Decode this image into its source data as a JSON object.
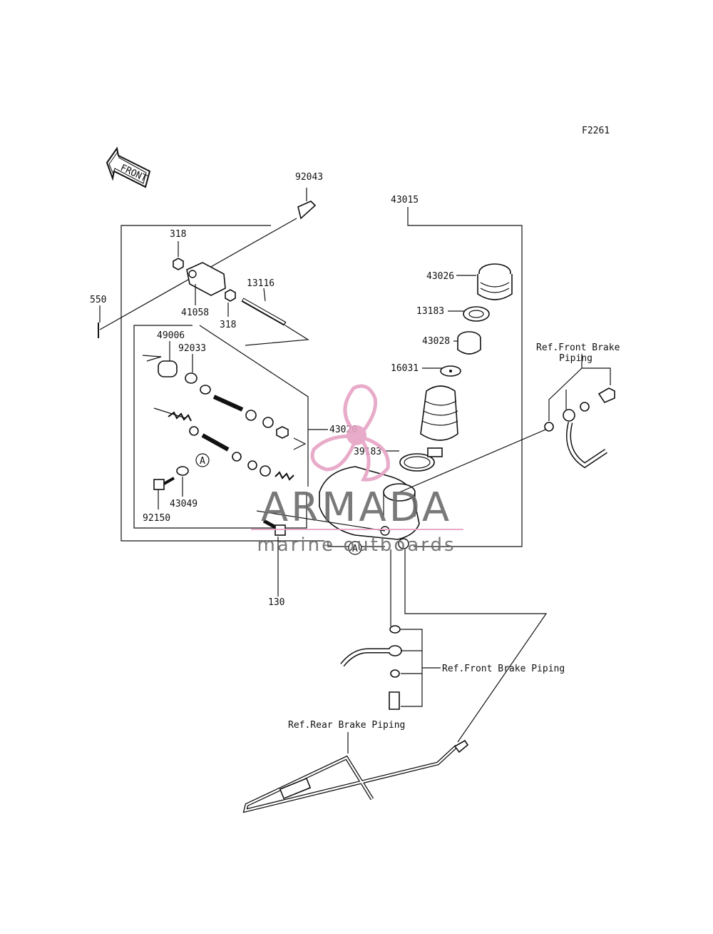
{
  "figure_code": "F2261",
  "front_label": "FRONT",
  "part_numbers": {
    "p92043": "92043",
    "p43015": "43015",
    "p318a": "318",
    "p318b": "318",
    "p550": "550",
    "p41058": "41058",
    "p13116": "13116",
    "p43026": "43026",
    "p13183": "13183",
    "p43028": "43028",
    "p16031": "16031",
    "p49006": "49006",
    "p92033": "92033",
    "p43020": "43020",
    "p39183": "39183",
    "p43049": "43049",
    "p92150": "92150",
    "p130": "130"
  },
  "callout_A": "A",
  "refs": {
    "front_brake_right_line1": "Ref.Front Brake",
    "front_brake_right_line2": "Piping",
    "front_brake_lower": "Ref.Front Brake Piping",
    "rear_brake": "Ref.Rear Brake Piping"
  },
  "watermark": {
    "brand": "ARMADA",
    "tagline": "marine outboards",
    "colors": {
      "text": "#6b6b6b",
      "logo": "#e6a3c4"
    }
  }
}
